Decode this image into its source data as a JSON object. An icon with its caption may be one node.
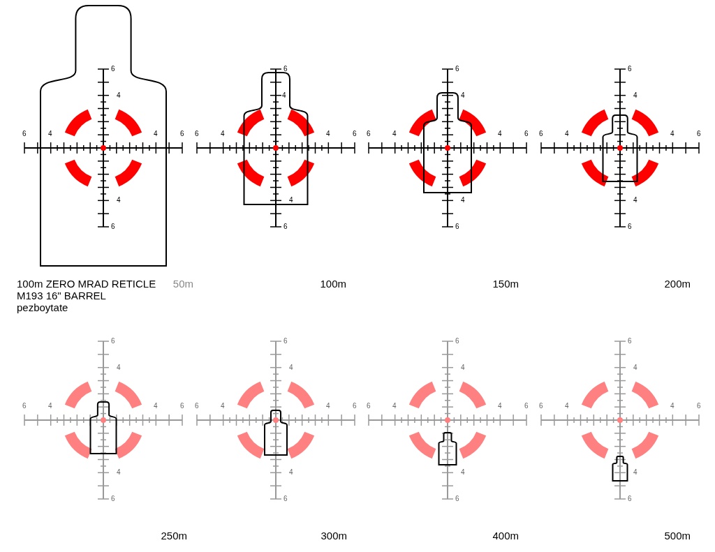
{
  "diagram": {
    "labels": [
      "6",
      "4",
      "6",
      "4",
      "4",
      "6",
      "4",
      "6",
      "6",
      "4",
      "6",
      "4",
      "4",
      "6",
      "4",
      "6",
      "6",
      "4",
      "6",
      "4",
      "4",
      "6",
      "4",
      "6",
      "6",
      "4",
      "6",
      "4",
      "4",
      "6",
      "4",
      "6",
      "100m ZERO MRAD RETICLE",
      "50m",
      "100m",
      "150m",
      "200m",
      "M193 16\" BARREL",
      "pezboytate",
      "6",
      "4",
      "6",
      "4",
      "4",
      "6",
      "4",
      "6",
      "6",
      "4",
      "6",
      "4",
      "4",
      "6",
      "4",
      "6",
      "6",
      "4",
      "6",
      "4",
      "4",
      "6",
      "4",
      "6",
      "6",
      "4",
      "6",
      "4",
      "4",
      "6",
      "4",
      "6",
      "250m",
      "300m",
      "400m",
      "500m"
    ]
  }
}
